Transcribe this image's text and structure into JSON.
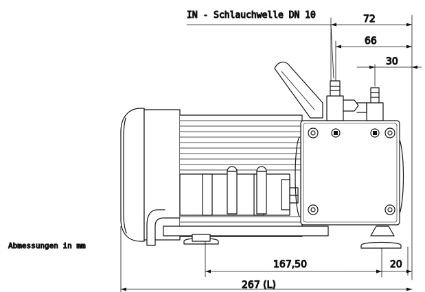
{
  "drawing": {
    "inlet_label": "IN - Schlauchwelle DN 10",
    "units_note": "Abmessungen in mm",
    "dimensions": {
      "d72": "72",
      "d66": "66",
      "d30": "30",
      "d167": "167,50",
      "d20": "20",
      "d267": "267 (L)"
    }
  },
  "colors": {
    "line": "#111111",
    "fill": "#ffffff"
  }
}
